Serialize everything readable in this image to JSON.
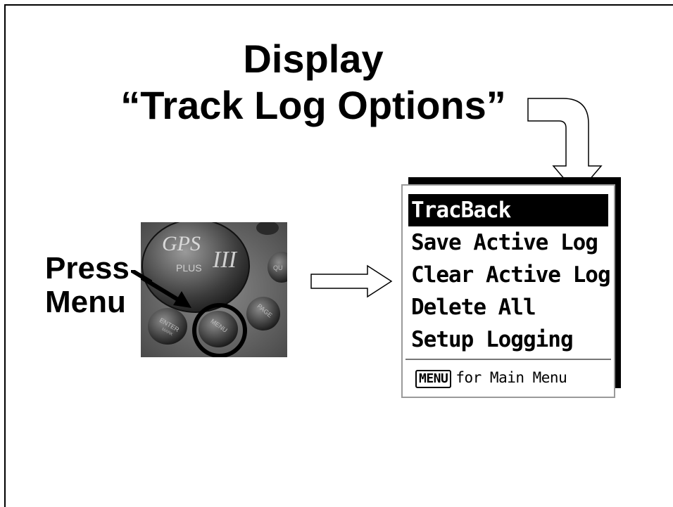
{
  "title": {
    "line1": "Display",
    "line2": "“Track Log Options”"
  },
  "instruction": {
    "line1": "Press",
    "line2": "Menu"
  },
  "device": {
    "logo_text": "GPS",
    "logo_numeral": "III",
    "logo_sub": "PLUS",
    "buttons": {
      "enter": "ENTER",
      "enter_sub": "MARK",
      "menu": "MENU",
      "page": "PAGE",
      "quit": "QU"
    }
  },
  "gps_menu": {
    "items": [
      {
        "label": "TracBack",
        "selected": true
      },
      {
        "label": "Save Active Log",
        "selected": false
      },
      {
        "label": "Clear Active Log",
        "selected": false
      },
      {
        "label": "Delete All",
        "selected": false
      },
      {
        "label": "Setup Logging",
        "selected": false
      }
    ],
    "footer_key": "MENU",
    "footer_text": "for Main Menu"
  },
  "colors": {
    "selected_bg": "#000000",
    "selected_fg": "#ffffff",
    "panel_border": "#9a9a9a"
  }
}
